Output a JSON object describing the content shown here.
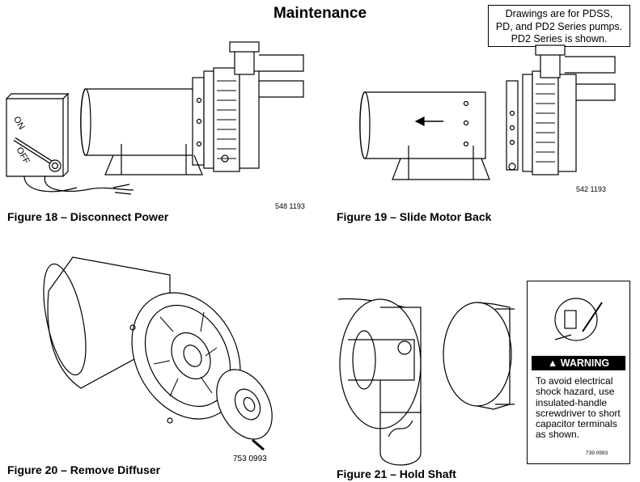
{
  "title": "Maintenance",
  "note": {
    "lines": [
      "Drawings are for PDSS,",
      "PD, and PD2 Series pumps.",
      "PD2 Series is shown."
    ]
  },
  "figures": [
    {
      "caption": "Figure 18 – Disconnect Power",
      "code": "548 1193",
      "switch_labels": {
        "on": "ON",
        "off": "OFF"
      }
    },
    {
      "caption": "Figure 19 – Slide Motor Back",
      "code": "542 1193"
    },
    {
      "caption": "Figure 20 – Remove Diffuser",
      "code": "753 0993"
    },
    {
      "caption": "Figure 21 – Hold Shaft",
      "code": "739 0993"
    }
  ],
  "warning": {
    "heading": "WARNING",
    "lines": [
      "To avoid electrical",
      "shock hazard, use",
      "insulated-handle",
      "screwdriver to short",
      "capacitor terminals",
      "as shown."
    ]
  }
}
